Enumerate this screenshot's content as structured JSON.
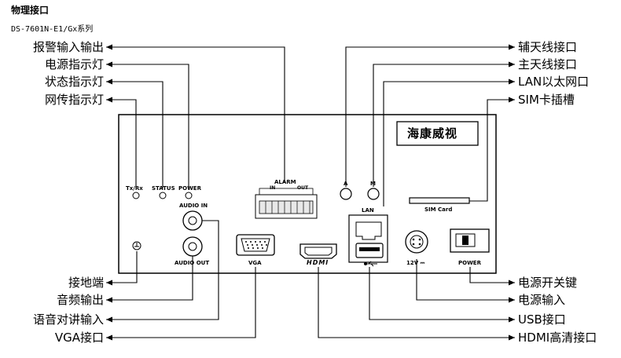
{
  "header": {
    "title": "物理接口",
    "model": "DS-7601N-E1/Gx系列"
  },
  "left_labels": {
    "alarm_io": "报警输入输出",
    "power_led": "电源指示灯",
    "status_led": "状态指示灯",
    "net_led": "网传指示灯",
    "ground": "接地端",
    "audio_out": "音频输出",
    "audio_in": "语音对讲输入",
    "vga": "VGA接口"
  },
  "right_labels": {
    "aux_antenna": "辅天线接口",
    "main_antenna": "主天线接口",
    "lan": "LAN以太网口",
    "sim": "SIM卡插槽",
    "power_switch": "电源开关键",
    "power_input": "电源输入",
    "usb": "USB接口",
    "hdmi": "HDMI高清接口"
  },
  "panel": {
    "brand": "海康威视",
    "led_txrx": "Tx/Rx",
    "led_status": "STATUS",
    "led_power": "POWER",
    "alarm": "ALARM",
    "alarm_in": "IN",
    "alarm_out": "OUT",
    "audio_in": "AUDIO IN",
    "audio_out": "AUDIO OUT",
    "vga": "VGA",
    "hdmi": "HDMI",
    "antenna_a": "A",
    "antenna_m": "M",
    "lan": "LAN",
    "sim": "SIM Card",
    "dc": "12V ⎓",
    "power": "POWER"
  }
}
